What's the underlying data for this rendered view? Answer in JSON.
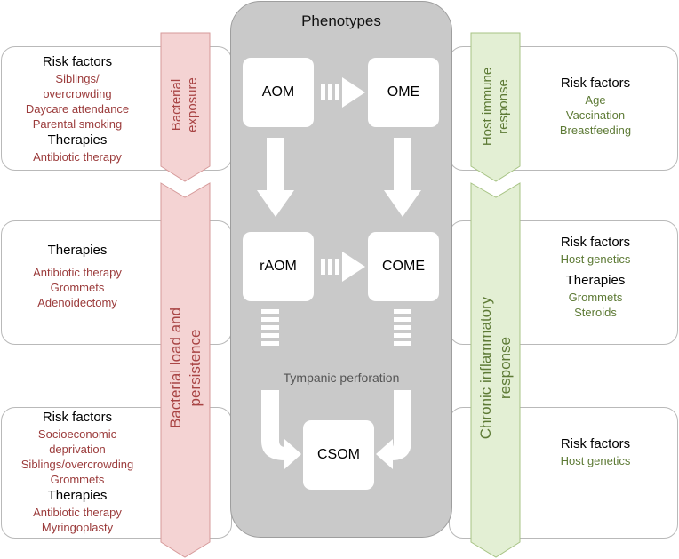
{
  "title": "Phenotypes",
  "nodes": {
    "aom": "AOM",
    "ome": "OME",
    "raom": "rAOM",
    "come": "COME",
    "csom": "CSOM"
  },
  "tympanic": "Tympanic perforation",
  "left_arrow": {
    "top_label_1": "Bacterial",
    "top_label_2": "exposure",
    "bottom_label_1": "Bacterial load and",
    "bottom_label_2": "persistence"
  },
  "right_arrow": {
    "top_label_1": "Host immune",
    "top_label_2": "response",
    "bottom_label_1": "Chronic inflammatory",
    "bottom_label_2": "response"
  },
  "left_panels": [
    {
      "h1": "Risk factors",
      "items1": [
        "Siblings/",
        "overcrowding",
        "Daycare attendance",
        "Parental smoking"
      ],
      "h2": "Therapies",
      "items2": [
        "Antibiotic therapy"
      ]
    },
    {
      "h1": "Therapies",
      "items1": [
        "Antibiotic therapy",
        "Grommets",
        "Adenoidectomy"
      ]
    },
    {
      "h1": "Risk factors",
      "items1": [
        "Socioeconomic",
        "deprivation",
        "Siblings/overcrowding",
        "Grommets"
      ],
      "h2": "Therapies",
      "items2": [
        "Antibiotic therapy",
        "Myringoplasty"
      ]
    }
  ],
  "right_panels": [
    {
      "h1": "Risk factors",
      "items1": [
        "Age",
        "Vaccination",
        "Breastfeeding"
      ]
    },
    {
      "h1": "Risk factors",
      "items1": [
        "Host genetics"
      ],
      "h2": "Therapies",
      "items2": [
        "Grommets",
        "Steroids"
      ]
    },
    {
      "h1": "Risk factors",
      "items1": [
        "Host genetics"
      ]
    }
  ],
  "colors": {
    "red_arrow_fill": "#f4d3d3",
    "red_arrow_stroke": "#d69a9a",
    "green_arrow_fill": "#e3efd4",
    "green_arrow_stroke": "#a7c384",
    "red_text": "#9b3b3b",
    "green_text": "#5d7a35",
    "center_panel": "#c9c9c9"
  }
}
